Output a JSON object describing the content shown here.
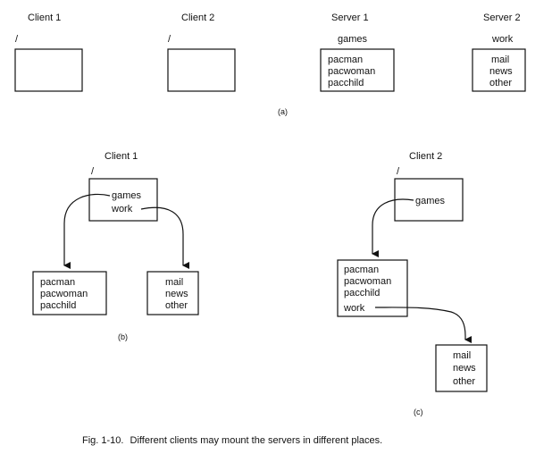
{
  "top": {
    "client1": {
      "title": "Client 1",
      "root": "/"
    },
    "client2": {
      "title": "Client 2",
      "root": "/"
    },
    "server1": {
      "title": "Server 1",
      "dir": "games",
      "entries": [
        "pacman",
        "pacwoman",
        "pacchild"
      ]
    },
    "server2": {
      "title": "Server 2",
      "dir": "work",
      "entries": [
        "mail",
        "news",
        "other"
      ]
    },
    "panel_label": "(a)"
  },
  "mount_b": {
    "title": "Client 1",
    "root": "/",
    "root_entries": [
      "games",
      "work"
    ],
    "games_entries": [
      "pacman",
      "pacwoman",
      "pacchild"
    ],
    "work_entries": [
      "mail",
      "news",
      "other"
    ],
    "panel_label": "(b)"
  },
  "mount_c": {
    "title": "Client 2",
    "root": "/",
    "root_entries": [
      "games"
    ],
    "games_entries": [
      "pacman",
      "pacwoman",
      "pacchild",
      "work"
    ],
    "work_entries": [
      "mail",
      "news",
      "other"
    ],
    "panel_label": "(c)"
  },
  "caption": {
    "label": "Fig.  1-10.",
    "text": "Different clients may mount the servers in different places."
  }
}
